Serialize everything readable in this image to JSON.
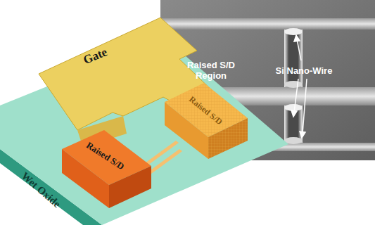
{
  "diagram": {
    "nodes": [
      {
        "text": [
          "Gate"
        ]
      },
      {
        "text": [
          "Raised S/D"
        ]
      },
      {
        "text": [
          "Raised S/D"
        ]
      },
      {
        "text": [
          "Wet Oxide"
        ]
      }
    ],
    "labels": [
      "Raised S/D Region",
      "Si Nano-Wire"
    ]
  }
}
